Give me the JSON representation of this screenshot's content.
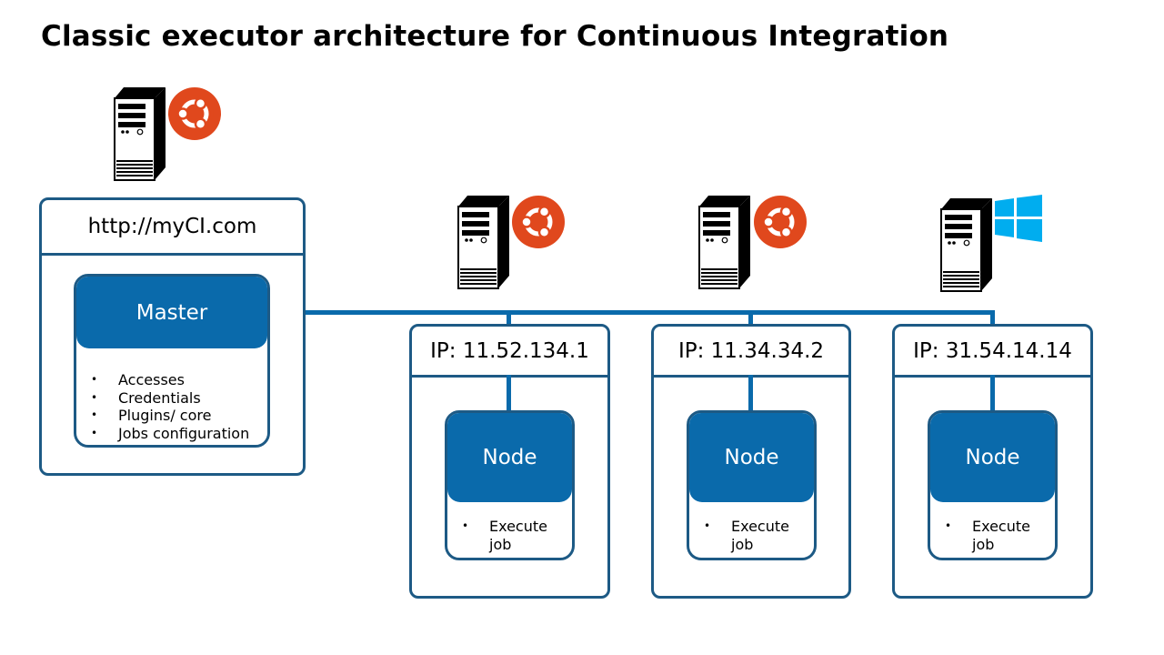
{
  "title": "Classic executor architecture for Continuous Integration",
  "master": {
    "url": "http://myCI.com",
    "label": "Master",
    "items": [
      "Accesses",
      "Credentials",
      "Plugins/ core",
      "Jobs configuration"
    ],
    "os_icon": "ubuntu-icon"
  },
  "nodes": [
    {
      "ip": "IP: 11.52.134.1",
      "label": "Node",
      "items": [
        "Execute job"
      ],
      "os_icon": "ubuntu-icon"
    },
    {
      "ip": "IP: 11.34.34.2",
      "label": "Node",
      "items": [
        "Execute job"
      ],
      "os_icon": "ubuntu-icon"
    },
    {
      "ip": "IP: 31.54.14.14",
      "label": "Node",
      "items": [
        "Execute job"
      ],
      "os_icon": "windows-icon"
    }
  ],
  "colors": {
    "primary": "#0a6aab",
    "border": "#1d5a85",
    "ubuntu": "#e0481d",
    "windows": "#00adef"
  }
}
